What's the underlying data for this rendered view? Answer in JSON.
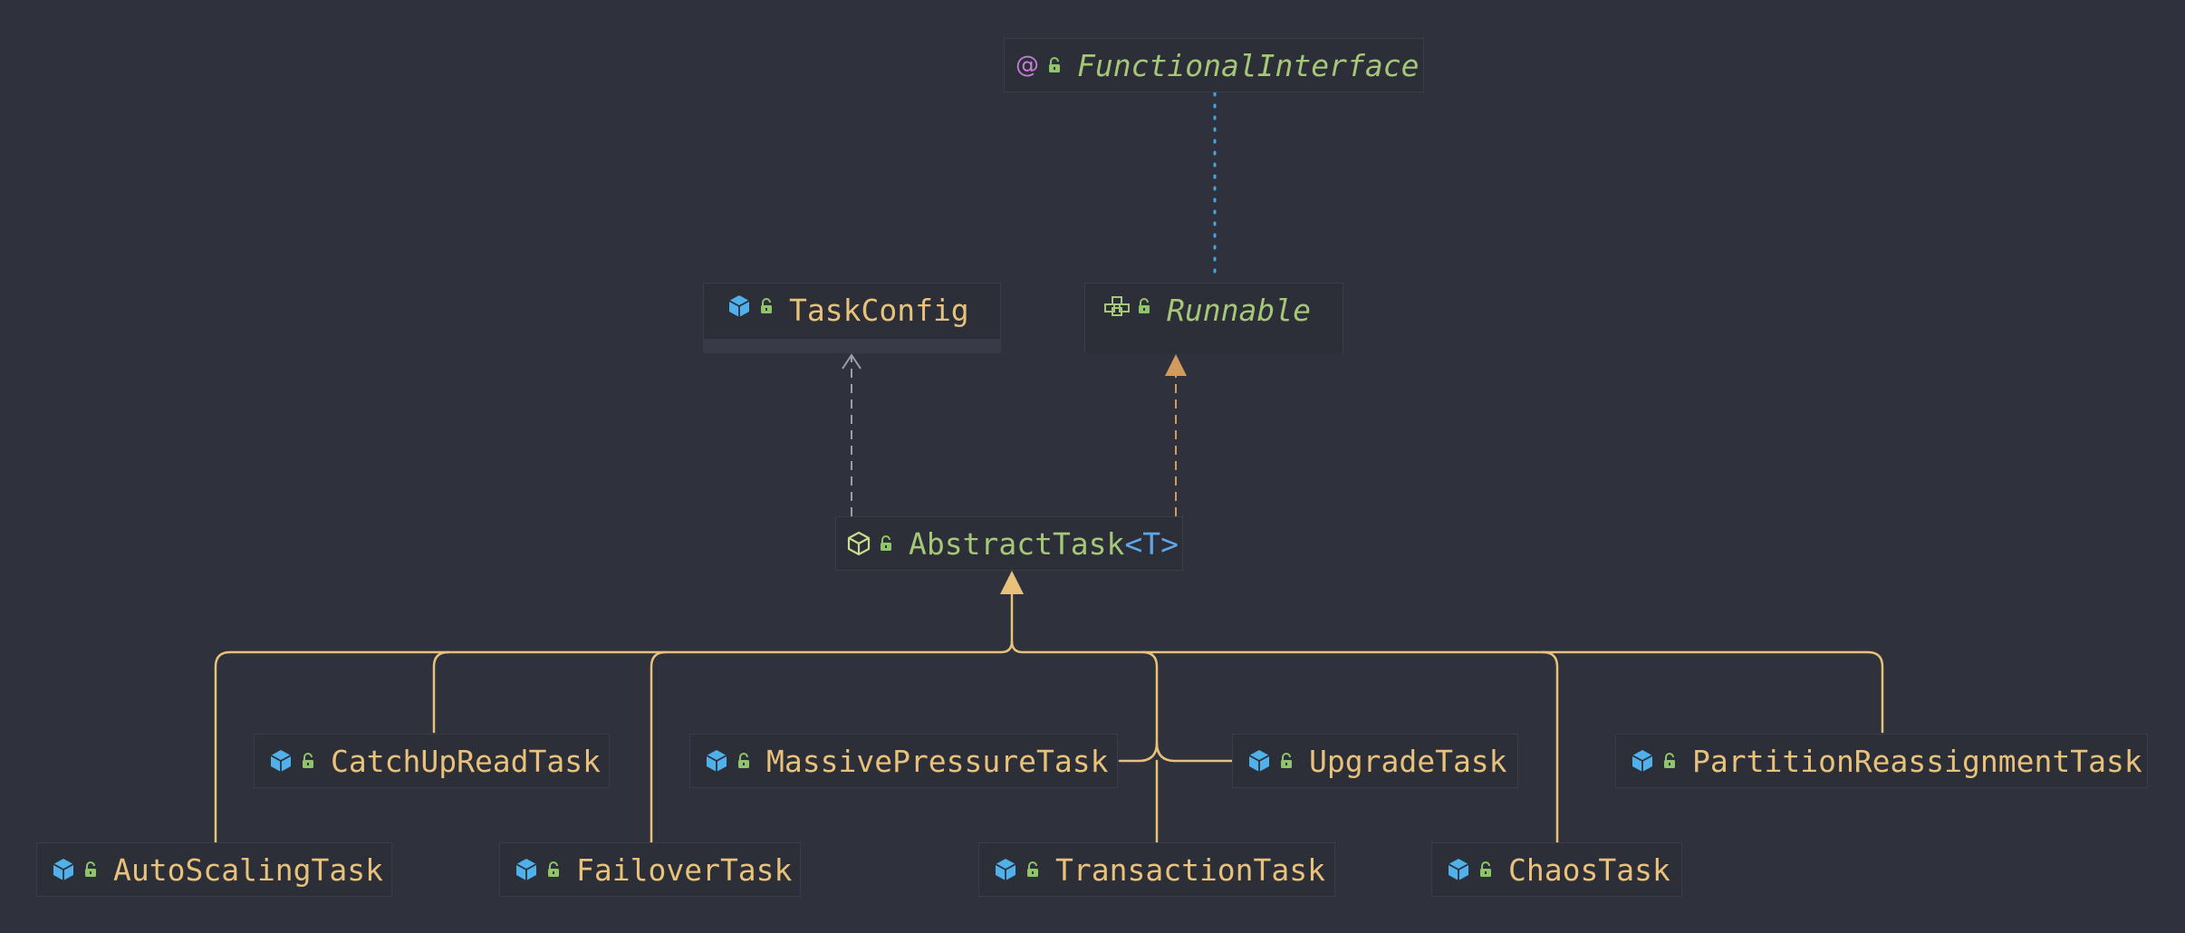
{
  "diagram": {
    "nodes": {
      "functional_interface": {
        "label": "FunctionalInterface",
        "kind": "annotation"
      },
      "task_config": {
        "label": "TaskConfig",
        "kind": "class"
      },
      "runnable": {
        "label": "Runnable",
        "kind": "interface"
      },
      "abstract_task": {
        "label": "AbstractTask",
        "type_param": "<T>",
        "kind": "abstract-class"
      },
      "catch_up_read_task": {
        "label": "CatchUpReadTask",
        "kind": "class"
      },
      "massive_pressure_task": {
        "label": "MassivePressureTask",
        "kind": "class"
      },
      "upgrade_task": {
        "label": "UpgradeTask",
        "kind": "class"
      },
      "partition_reassignment_task": {
        "label": "PartitionReassignmentTask",
        "kind": "class"
      },
      "auto_scaling_task": {
        "label": "AutoScalingTask",
        "kind": "class"
      },
      "failover_task": {
        "label": "FailoverTask",
        "kind": "class"
      },
      "transaction_task": {
        "label": "TransactionTask",
        "kind": "class"
      },
      "chaos_task": {
        "label": "ChaosTask",
        "kind": "class"
      }
    },
    "edges": [
      {
        "from": "runnable",
        "to": "functional_interface",
        "relation": "annotated"
      },
      {
        "from": "abstract_task",
        "to": "task_config",
        "relation": "dependency"
      },
      {
        "from": "abstract_task",
        "to": "runnable",
        "relation": "realization"
      },
      {
        "from": "catch_up_read_task",
        "to": "abstract_task",
        "relation": "generalization"
      },
      {
        "from": "massive_pressure_task",
        "to": "abstract_task",
        "relation": "generalization"
      },
      {
        "from": "upgrade_task",
        "to": "abstract_task",
        "relation": "generalization"
      },
      {
        "from": "partition_reassignment_task",
        "to": "abstract_task",
        "relation": "generalization"
      },
      {
        "from": "auto_scaling_task",
        "to": "abstract_task",
        "relation": "generalization"
      },
      {
        "from": "failover_task",
        "to": "abstract_task",
        "relation": "generalization"
      },
      {
        "from": "transaction_task",
        "to": "abstract_task",
        "relation": "generalization"
      },
      {
        "from": "chaos_task",
        "to": "abstract_task",
        "relation": "generalization"
      }
    ]
  },
  "colors": {
    "background": "#2f323d",
    "class_name": "#e8c17a",
    "interface_name": "#a5c777",
    "type_param": "#5fa6e8",
    "class_icon": "#4fb0ea",
    "lock_icon": "#8fc46a",
    "annotation_icon": "#c47fd5",
    "generalization_edge": "#e8c17a",
    "realization_edge": "#d29a5c",
    "dependency_edge": "#9aa0ab",
    "annotation_edge": "#4aa3e0"
  },
  "icons": {
    "class": "class-icon",
    "abstract_class": "abstract-class-icon",
    "interface": "interface-icon",
    "annotation": "annotation-icon",
    "visibility": "unlocked-icon"
  }
}
